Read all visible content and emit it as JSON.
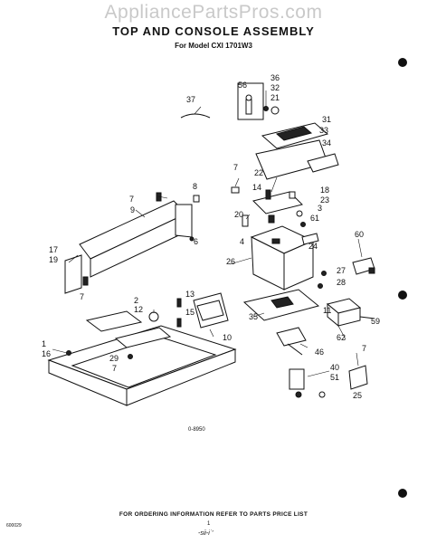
{
  "watermark": "AppliancePartsPros.com",
  "title": "TOP AND CONSOLE ASSEMBLY",
  "subtitle": "For Model CXI 1701W3",
  "drawing_number": "0-8950",
  "ordering_info": "FOR ORDERING INFORMATION REFER TO PARTS PRICE LIST",
  "page_number": "1",
  "corner_code": "600029",
  "handwritten_note": "-ѕіі-і˙′",
  "callouts": [
    "56",
    "36",
    "32",
    "21",
    "37",
    "31",
    "33",
    "34",
    "7",
    "22",
    "14",
    "18",
    "23",
    "8",
    "7",
    "9",
    "3",
    "20",
    "61",
    "4",
    "24",
    "60",
    "6",
    "17",
    "19",
    "26",
    "27",
    "28",
    "7",
    "2",
    "13",
    "12",
    "15",
    "35",
    "11",
    "59",
    "62",
    "10",
    "1",
    "16",
    "29",
    "7",
    "46",
    "7",
    "40",
    "51",
    "25"
  ]
}
